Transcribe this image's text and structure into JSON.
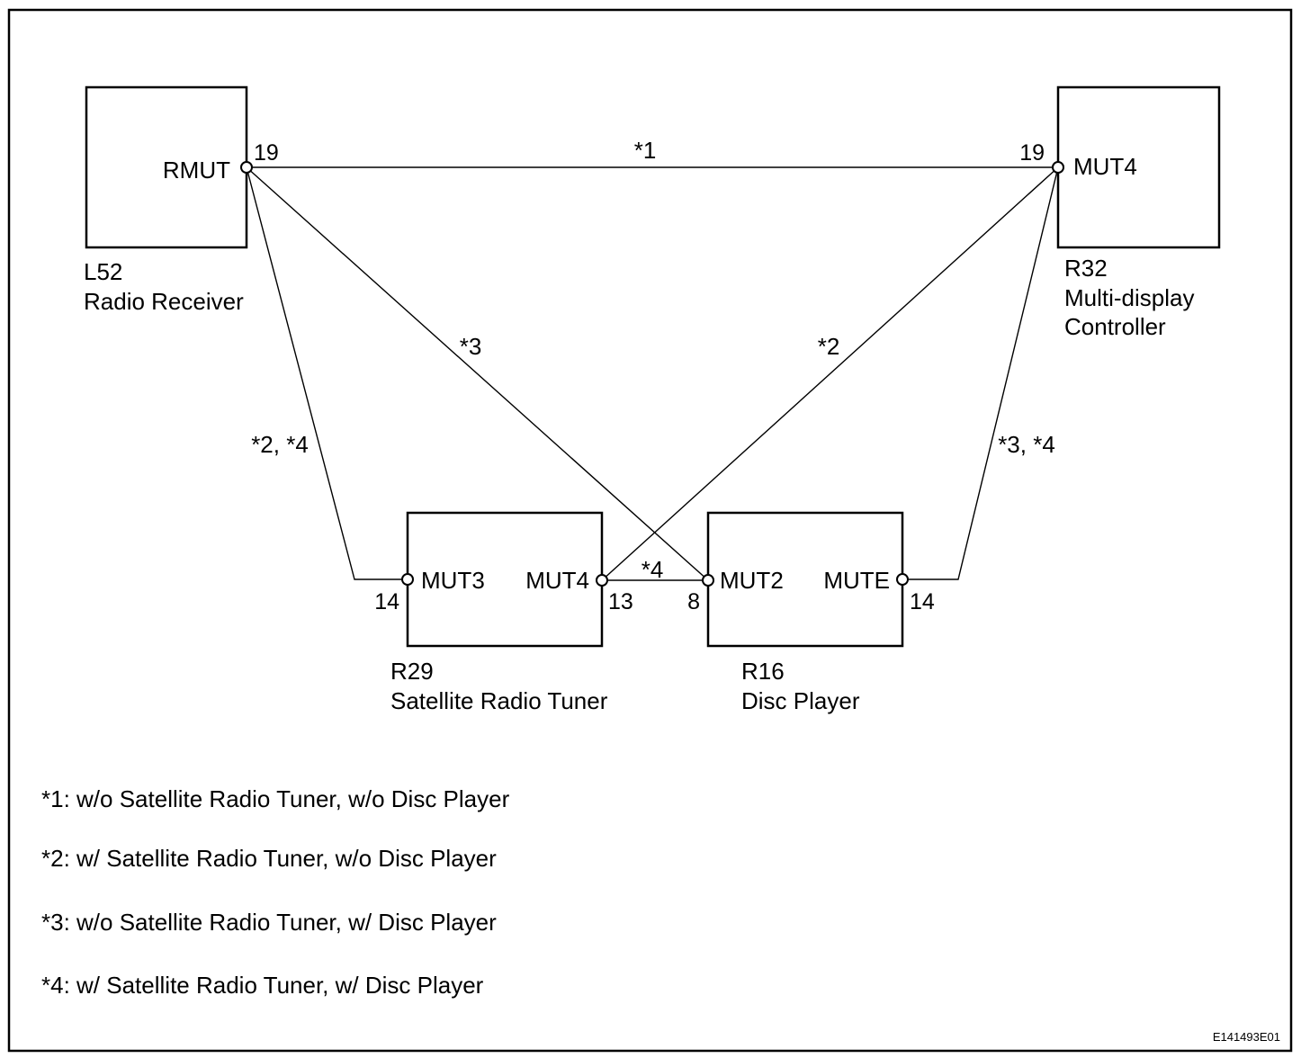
{
  "components": {
    "radio_receiver": {
      "id": "L52",
      "name": "Radio Receiver",
      "terminal": "RMUT",
      "pin": "19"
    },
    "multi_display": {
      "id": "R32",
      "name_line1": "Multi-display",
      "name_line2": "Controller",
      "terminal": "MUT4",
      "pin": "19"
    },
    "satellite_tuner": {
      "id": "R29",
      "name": "Satellite Radio Tuner",
      "terminal_left": "MUT3",
      "pin_left": "14",
      "terminal_right": "MUT4",
      "pin_right": "13"
    },
    "disc_player": {
      "id": "R16",
      "name": "Disc Player",
      "terminal_left": "MUT2",
      "pin_left": "8",
      "terminal_right": "MUTE",
      "pin_right": "14"
    }
  },
  "wire_labels": {
    "top": "*1",
    "diag_left": "*3",
    "diag_right": "*2",
    "left_down": "*2, *4",
    "right_down": "*3, *4",
    "middle": "*4"
  },
  "legend": [
    "*1: w/o Satellite Radio Tuner, w/o Disc Player",
    "*2: w/ Satellite Radio Tuner, w/o Disc Player",
    "*3: w/o Satellite Radio Tuner, w/ Disc Player",
    "*4: w/ Satellite Radio Tuner, w/ Disc Player"
  ],
  "figure_code": "E141493E01"
}
